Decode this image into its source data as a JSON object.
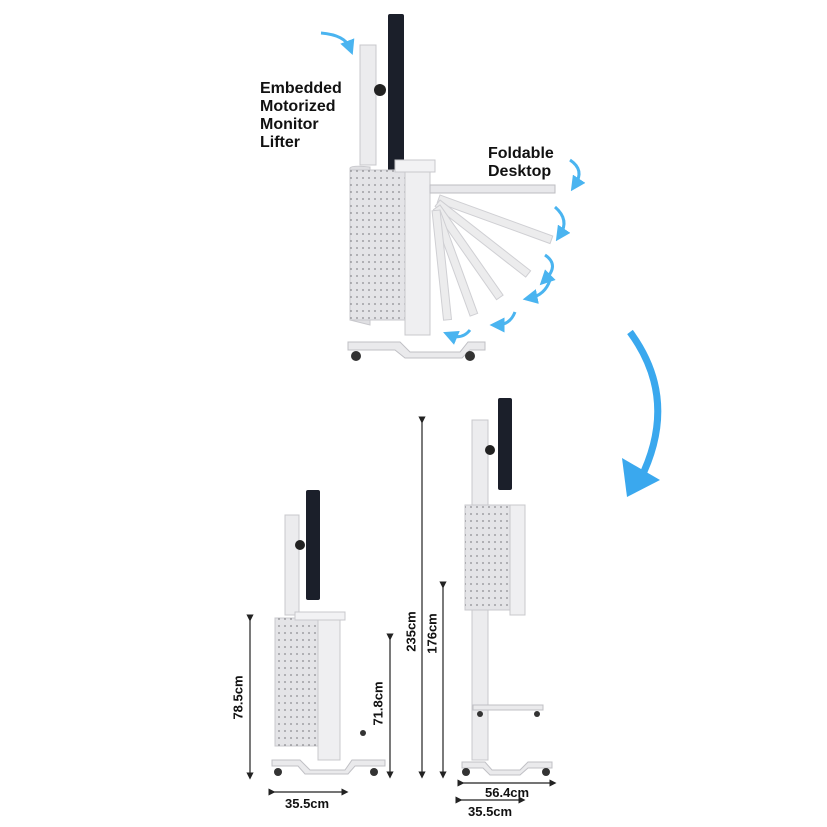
{
  "callouts": {
    "monitor_lifter": [
      "Embedded",
      "Motorized",
      "Monitor",
      "Lifter"
    ],
    "desktop": [
      "Foldable",
      "Desktop"
    ]
  },
  "dimensions": {
    "compact_height": "78.5cm",
    "desk_height": "71.8cm",
    "compact_width": "35.5cm",
    "max_height": "235cm",
    "cabinet_top_height": "176cm",
    "base_width": "56.4cm",
    "base_inner_width": "35.5cm"
  },
  "colors": {
    "accent_arrow": "#3aa8ee",
    "frame": "#e6e6e8",
    "monitor": "#1b1f2a"
  }
}
